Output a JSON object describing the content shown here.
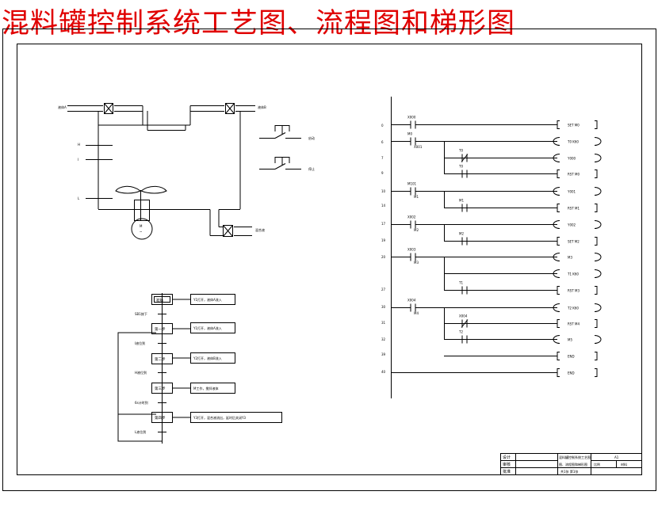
{
  "title": "混料罐控制系统工艺图、流程图和梯形图",
  "process": {
    "pipe_in_1": "液体A",
    "pipe_in_2": "液体B",
    "pipe_out": "混合液",
    "level_h": "H",
    "level_i": "I",
    "level_l": "L",
    "motor": "M",
    "start_button": "启动",
    "stop_button": "停止"
  },
  "flow": {
    "steps": [
      "初始",
      "第一步",
      "第二步",
      "第三步",
      "第四步"
    ],
    "actions": [
      "Y1打开，液体A流入",
      "Y2打开，液体B流入",
      "M工作，搅拌液体",
      "Y3打开，混合液流出，延时后关闭Y3"
    ],
    "conditions": [
      "SB1按下",
      "I液位到",
      "H液位到",
      "6s计时到",
      "L液位到"
    ]
  },
  "ladder": {
    "rung_numbers": [
      "0",
      "6",
      "7",
      "9",
      "10",
      "14",
      "17",
      "19",
      "20",
      "27",
      "30",
      "31",
      "32",
      "39",
      "40"
    ],
    "contacts": [
      "X000",
      "M0",
      "X001",
      "T0",
      "M101",
      "M1",
      "X002",
      "M2",
      "X003",
      "M3",
      "T1",
      "X004",
      "M4",
      "X004",
      "T2"
    ],
    "outputs": [
      "SET M0",
      "T0 K60",
      "Y000",
      "RST M0",
      "Y001",
      "RST M1",
      "Y002",
      "SET M2",
      "M3",
      "T1 K60",
      "RST M3",
      "T2 K60",
      "RST M4",
      "M5",
      "END"
    ]
  },
  "title_block": {
    "labels": [
      "设计",
      "审核",
      "批准"
    ],
    "drawing_name": "混料罐控制系统工艺图",
    "drawing_subtitle": "图、流程图和梯形图",
    "drawing_no": "A1",
    "scale_label": "比例",
    "material_label": "材料",
    "sheets": "共1张 第1张"
  }
}
